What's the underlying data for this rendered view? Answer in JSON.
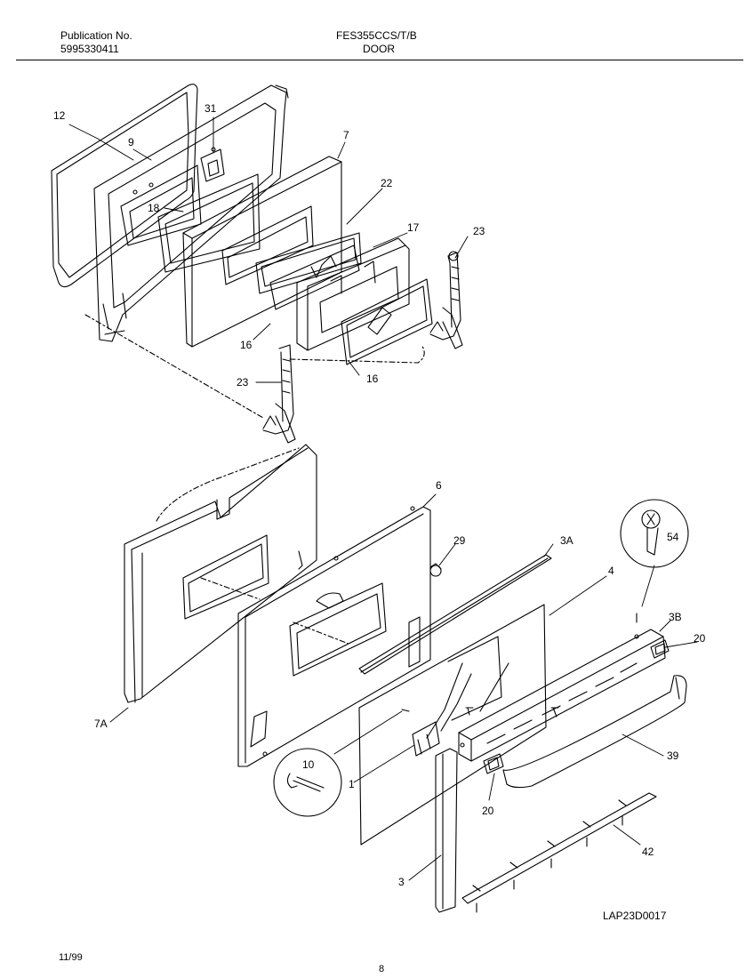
{
  "header": {
    "pub_label": "Publication No.",
    "pub_number": "5995330411",
    "model": "FES355CCS/T/B",
    "section": "DOOR"
  },
  "callouts": {
    "c12": "12",
    "c9": "9",
    "c31": "31",
    "c7": "7",
    "c18": "18",
    "c22": "22",
    "c17": "17",
    "c23a": "23",
    "c16a": "16",
    "c16b": "16",
    "c23b": "23",
    "c6": "6",
    "c29": "29",
    "c3A": "3A",
    "c54": "54",
    "c4": "4",
    "c3B": "3B",
    "c20a": "20",
    "c7A": "7A",
    "c10": "10",
    "c1": "1",
    "c39": "39",
    "c20b": "20",
    "c42": "42",
    "c3": "3"
  },
  "diagram_code": "LAP23D0017",
  "footer": {
    "date": "11/99",
    "page": "8"
  }
}
